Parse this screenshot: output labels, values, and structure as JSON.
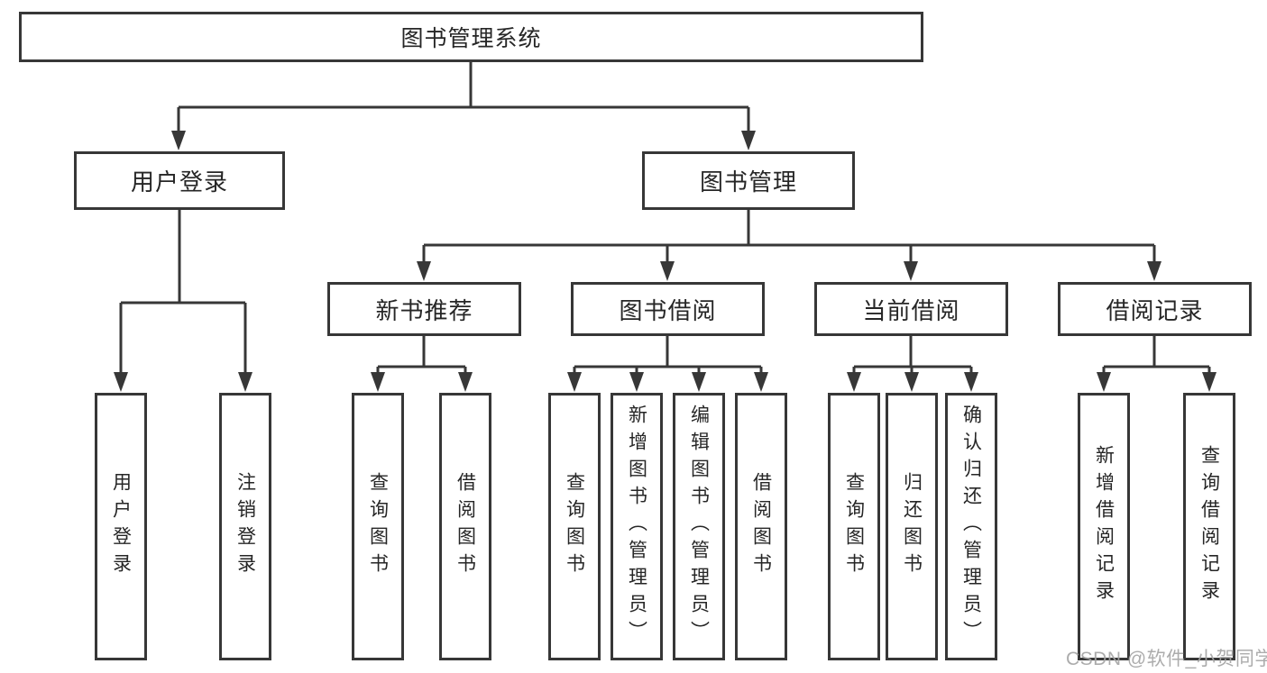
{
  "diagram": {
    "type": "hierarchy",
    "root": {
      "label": "图书管理系统"
    },
    "level2": {
      "user_login": {
        "label": "用户登录"
      },
      "book_mgmt": {
        "label": "图书管理"
      }
    },
    "level3": {
      "new_book": {
        "label": "新书推荐"
      },
      "book_borrow": {
        "label": "图书借阅"
      },
      "current_borrow": {
        "label": "当前借阅"
      },
      "borrow_record": {
        "label": "借阅记录"
      }
    },
    "leaves": {
      "user_login": [
        "用户登录",
        "注销登录"
      ],
      "new_book": [
        "查询图书",
        "借阅图书"
      ],
      "book_borrow": [
        "查询图书",
        "新增图书（管理员）",
        "编辑图书（管理员）",
        "借阅图书"
      ],
      "current_borrow": [
        "查询图书",
        "归还图书",
        "确认归还（管理员）"
      ],
      "borrow_record": [
        "新增借阅记录",
        "查询借阅记录"
      ]
    }
  },
  "watermark": {
    "text": "CSDN @软件_小贺同学"
  },
  "colors": {
    "line": "#373737",
    "border": "#373737",
    "text": "#262626",
    "background": "#ffffff",
    "watermark": "#a5a5a5"
  }
}
